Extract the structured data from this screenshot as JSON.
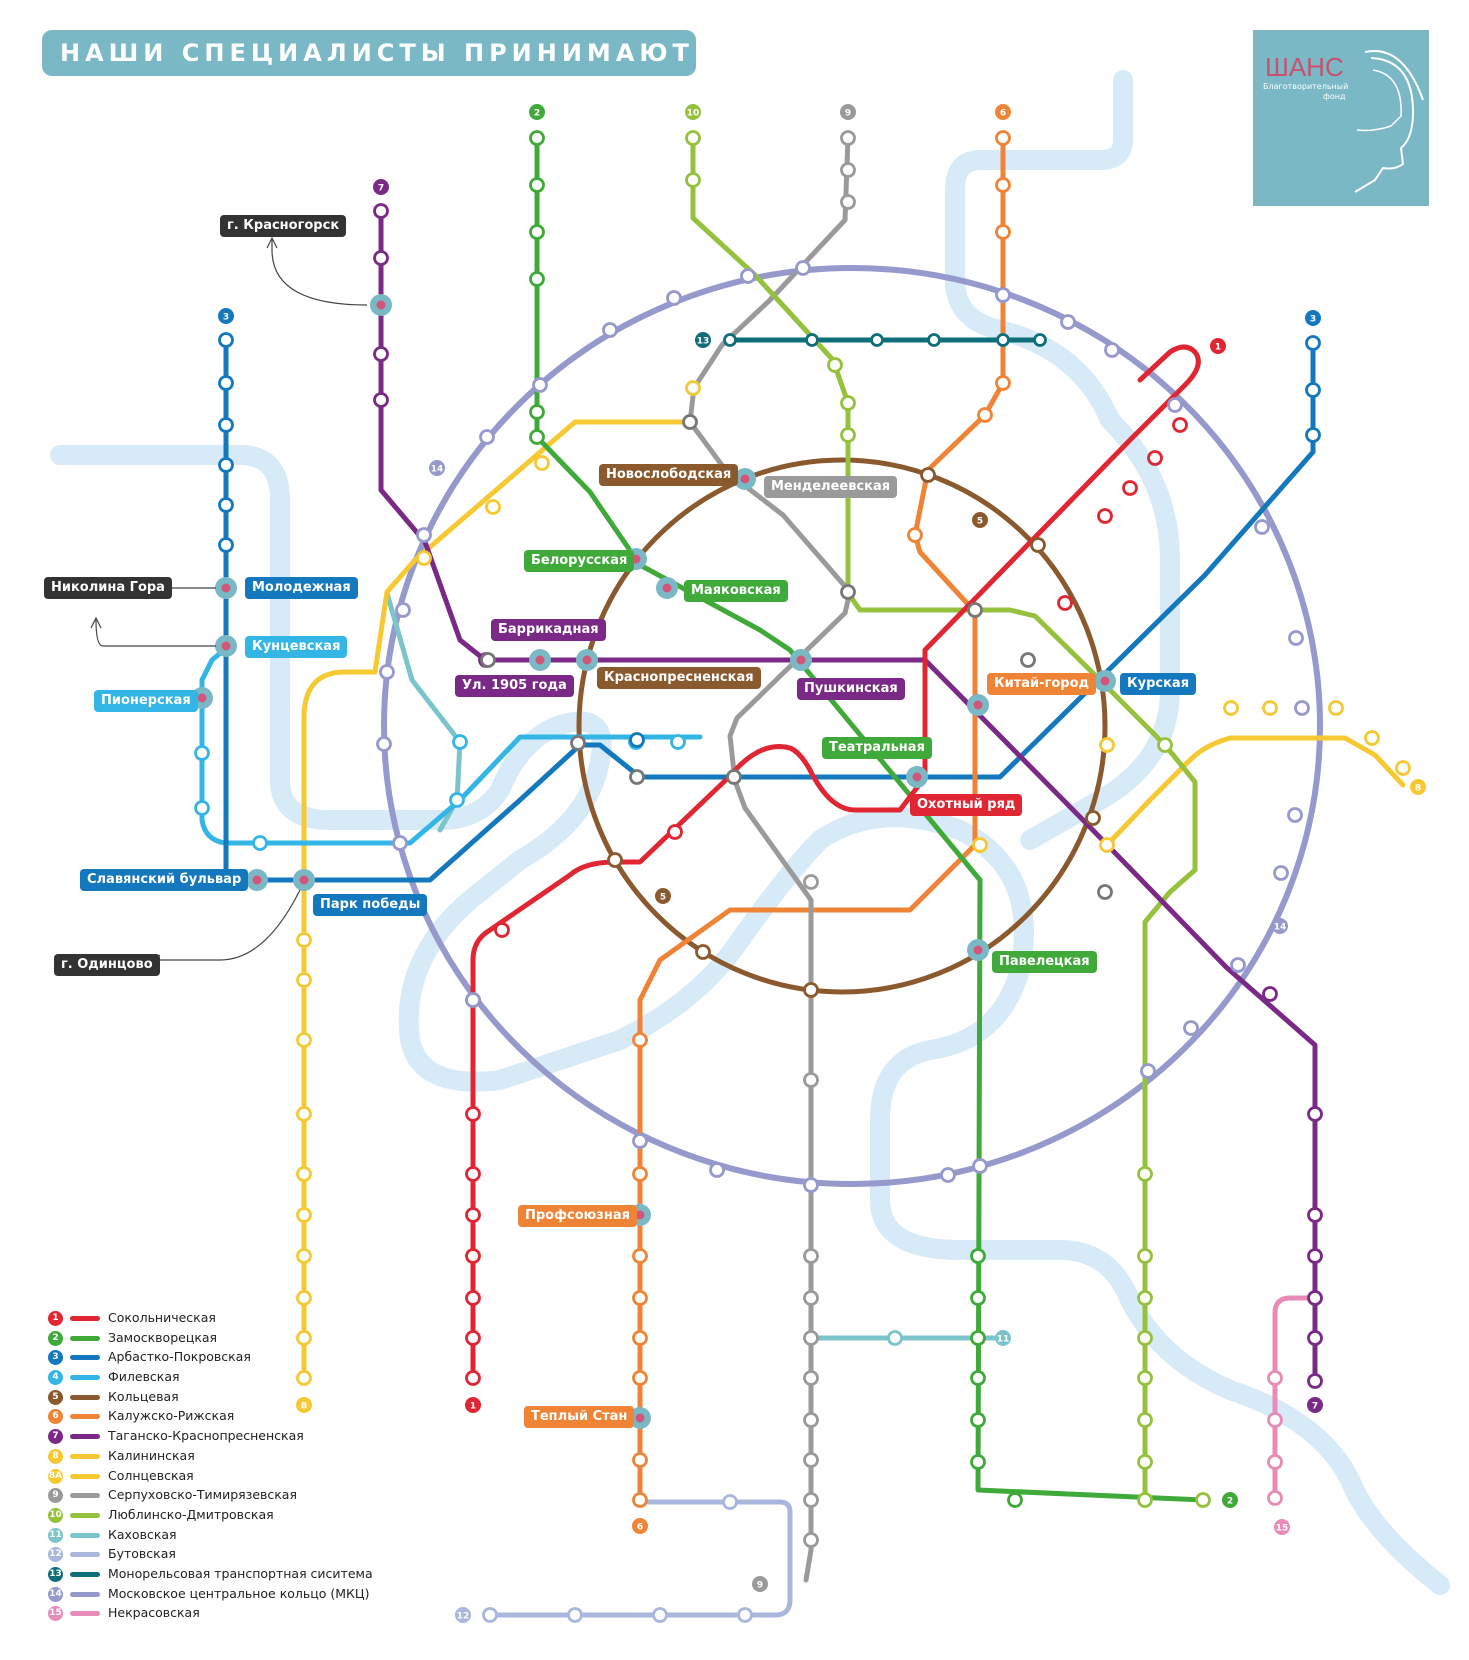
{
  "header": {
    "title": "НАШИ СПЕЦИАЛИСТЫ ПРИНИМАЮТ:"
  },
  "logo": {
    "name": "ШАНС",
    "subtitle1": "Благотворительный",
    "subtitle2": "фонд"
  },
  "colors": {
    "1": "#e02632",
    "2": "#3faa3a",
    "3": "#1478be",
    "4": "#33b6e6",
    "5": "#8a5a2e",
    "6": "#ef8336",
    "7": "#7a2a86",
    "8": "#f6c933",
    "8A": "#f6c933",
    "9": "#9a9a9a",
    "10": "#95c13d",
    "11": "#7cc4cc",
    "12": "#a9b7dc",
    "13": "#0e6e79",
    "14": "#9599cc",
    "15": "#e88bb9",
    "river": "#d7eaf7",
    "label_dark": "#333333",
    "title_bg": "#7ab8c6",
    "highlight": "#d2567a"
  },
  "map": {
    "line_badges": [
      {
        "text": "2",
        "line": "2"
      },
      {
        "text": "10",
        "line": "10"
      },
      {
        "text": "9",
        "line": "9"
      },
      {
        "text": "6",
        "line": "6"
      },
      {
        "text": "7",
        "line": "7"
      },
      {
        "text": "3",
        "line": "3"
      },
      {
        "text": "3",
        "line": "3"
      },
      {
        "text": "1",
        "line": "1"
      },
      {
        "text": "13",
        "line": "13"
      },
      {
        "text": "14",
        "line": "14"
      },
      {
        "text": "5",
        "line": "5"
      },
      {
        "text": "5",
        "line": "5"
      },
      {
        "text": "14",
        "line": "14"
      },
      {
        "text": "8",
        "line": "8"
      },
      {
        "text": "8",
        "line": "8"
      },
      {
        "text": "1",
        "line": "1"
      },
      {
        "text": "11",
        "line": "11"
      },
      {
        "text": "7",
        "line": "7"
      },
      {
        "text": "2",
        "line": "2"
      },
      {
        "text": "6",
        "line": "6"
      },
      {
        "text": "15",
        "line": "15"
      },
      {
        "text": "9",
        "line": "9"
      },
      {
        "text": "12",
        "line": "12"
      }
    ],
    "station_labels": [
      {
        "text": "г. Красногорск",
        "line": "dark"
      },
      {
        "text": "Николина Гора",
        "line": "dark"
      },
      {
        "text": "Молодежная",
        "line": "3"
      },
      {
        "text": "Кунцевская",
        "line": "4"
      },
      {
        "text": "Пионерская",
        "line": "4"
      },
      {
        "text": "Славянский бульвар",
        "line": "3"
      },
      {
        "text": "Парк победы",
        "line": "3"
      },
      {
        "text": "г. Одинцово",
        "line": "dark"
      },
      {
        "text": "Новослободская",
        "line": "5"
      },
      {
        "text": "Менделеевская",
        "line": "9"
      },
      {
        "text": "Белорусская",
        "line": "2"
      },
      {
        "text": "Маяковская",
        "line": "2"
      },
      {
        "text": "Баррикадная",
        "line": "7"
      },
      {
        "text": "Ул. 1905 года",
        "line": "7"
      },
      {
        "text": "Краснопресненская",
        "line": "5"
      },
      {
        "text": "Пушкинская",
        "line": "7"
      },
      {
        "text": "Китай-город",
        "line": "6"
      },
      {
        "text": "Курская",
        "line": "3"
      },
      {
        "text": "Театральная",
        "line": "2"
      },
      {
        "text": "Охотный ряд",
        "line": "1"
      },
      {
        "text": "Павелецкая",
        "line": "2"
      },
      {
        "text": "Профсоюзная",
        "line": "6"
      },
      {
        "text": "Теплый Стан",
        "line": "6"
      }
    ]
  },
  "legend": [
    {
      "num": "1",
      "name": "Сокольническая"
    },
    {
      "num": "2",
      "name": "Замоскворецкая"
    },
    {
      "num": "3",
      "name": "Арбастко-Покровская"
    },
    {
      "num": "4",
      "name": "Филевская"
    },
    {
      "num": "5",
      "name": "Кольцевая"
    },
    {
      "num": "6",
      "name": "Калужско-Рижская"
    },
    {
      "num": "7",
      "name": "Таганско-Краснопресненская"
    },
    {
      "num": "8",
      "name": "Калининская"
    },
    {
      "num": "8A",
      "name": "Солнцевская"
    },
    {
      "num": "9",
      "name": "Серпуховско-Тимирязевская"
    },
    {
      "num": "10",
      "name": "Люблинско-Дмитровская"
    },
    {
      "num": "11",
      "name": "Каховская"
    },
    {
      "num": "12",
      "name": "Бутовская"
    },
    {
      "num": "13",
      "name": "Монорельсовая транспортная сиситема"
    },
    {
      "num": "14",
      "name": "Московское центральное кольцо (МКЦ)"
    },
    {
      "num": "15",
      "name": "Некрасовская"
    }
  ]
}
